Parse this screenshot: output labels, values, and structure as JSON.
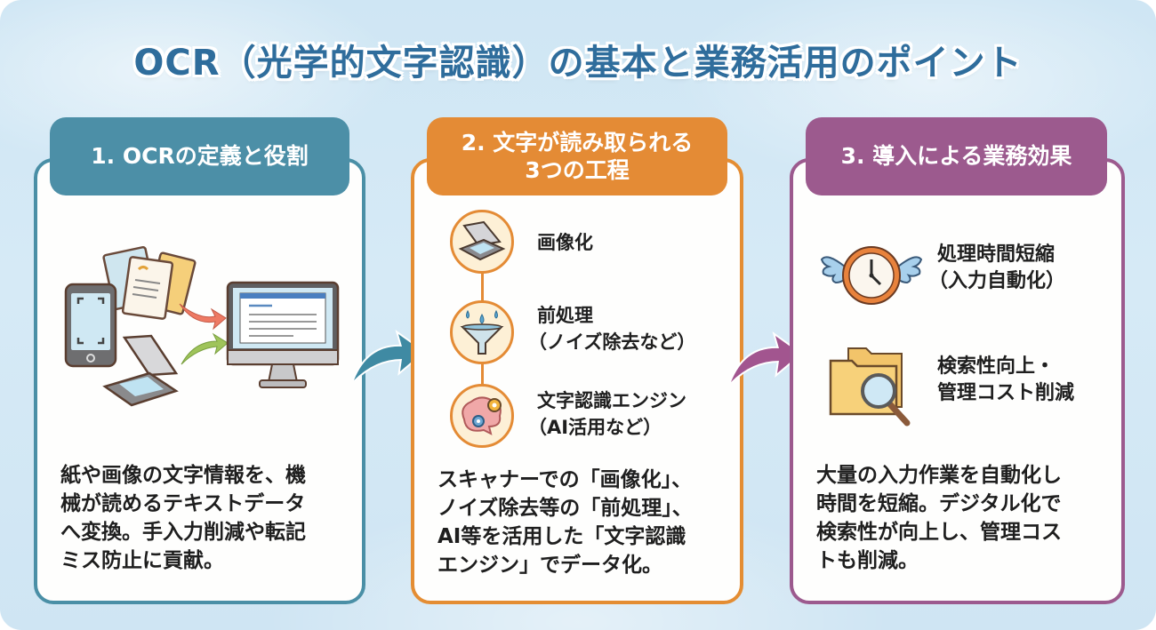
{
  "title": "OCR（光学的文字認識）の基本と業務活用のポイント",
  "colors": {
    "title": "#2f6d9c",
    "section1": "#4c8fa7",
    "section2": "#e48b35",
    "section3": "#9c5a8e",
    "background": "#d3e8f5"
  },
  "sections": [
    {
      "header": "1. OCRの定義と役割",
      "illustration": [
        "smartphone-scan-icon",
        "documents-icon",
        "flatbed-scanner-icon",
        "arrow-red-icon",
        "arrow-green-icon",
        "desktop-monitor-icon"
      ],
      "body": [
        "紙や画像の文字情報を、機",
        "械が読めるテキストデータ",
        "へ変換。手入力削減や転記",
        "ミス防止に貢献。"
      ]
    },
    {
      "header_lines": [
        "2. 文字が読み取られる",
        "3つの工程"
      ],
      "steps": [
        {
          "icon": "scanner-icon",
          "lines": [
            "画像化"
          ]
        },
        {
          "icon": "funnel-icon",
          "lines": [
            "前処理",
            "（ノイズ除去など）"
          ]
        },
        {
          "icon": "brain-gears-icon",
          "lines": [
            "文字認識エンジン",
            "（AI活用など）"
          ]
        }
      ],
      "body": [
        "スキャナーでの「画像化」、",
        "ノイズ除去等の「前処理」、",
        "AI等を活用した「文字認識",
        "エンジン」でデータ化。"
      ]
    },
    {
      "header": "3. 導入による業務効果",
      "effects": [
        {
          "icon": "winged-clock-icon",
          "lines": [
            "処理時間短縮",
            "（入力自動化）"
          ]
        },
        {
          "icon": "folder-search-icon",
          "lines": [
            "検索性向上・",
            "管理コスト削減"
          ]
        }
      ],
      "body": [
        "大量の入力作業を自動化し",
        "時間を短縮。デジタル化で",
        "検索性が向上し、管理コス",
        "トも削減。"
      ]
    }
  ]
}
